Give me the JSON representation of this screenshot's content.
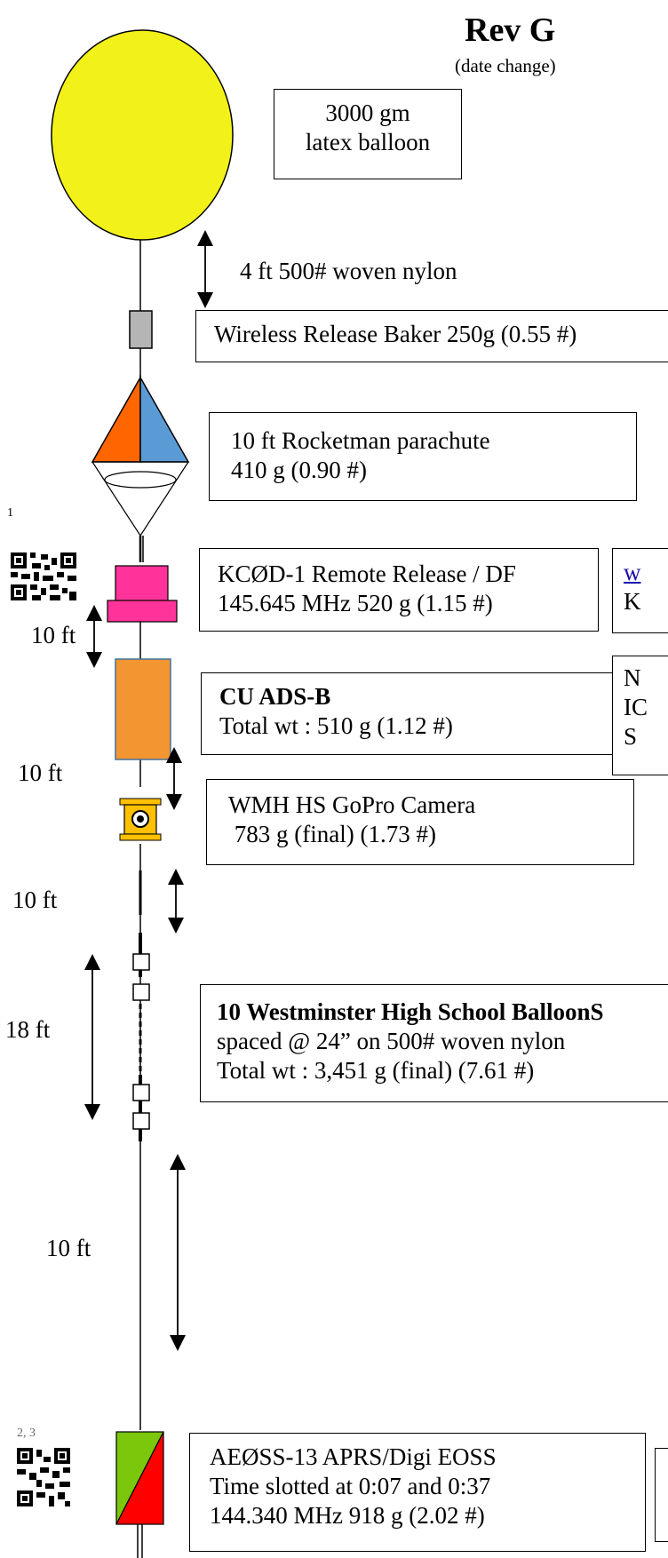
{
  "header": {
    "title": "Rev G",
    "subtitle": "(date change)"
  },
  "balloon": {
    "label_line1": "3000 gm",
    "label_line2": "latex balloon",
    "color": "#f2f21a"
  },
  "links": [
    {
      "label": "4 ft 500# woven nylon"
    },
    {
      "label": "10 ft"
    },
    {
      "label": "10 ft"
    },
    {
      "label": "10 ft"
    },
    {
      "label": "18 ft"
    },
    {
      "label": "10 ft"
    }
  ],
  "components": [
    {
      "line1": "Wireless Release Baker 250g (0.55 #)"
    },
    {
      "line1": "10 ft Rocketman parachute",
      "line2": "410 g  (0.90 #)"
    },
    {
      "line1": "KCØD-1 Remote Release  / DF",
      "line2": "145.645 MHz 520 g (1.15 #)"
    },
    {
      "line1": "CU ADS-B",
      "line2": "Total wt :  510 g (1.12 #)"
    },
    {
      "line1": "WMH HS GoPro Camera",
      "line2": " 783 g (final) (1.73 #)"
    },
    {
      "line1": "10 Westminster High School BalloonS",
      "line2": "spaced @ 24” on 500# woven nylon",
      "line3": "Total wt : 3,451 g (final) (7.61 #)"
    },
    {
      "line1": "AEØSS-13 APRS/Digi  EOSS",
      "line2": "Time slotted at 0:07 and 0:37",
      "line3": "144.340 MHz   918 g (2.02 #)"
    }
  ],
  "side_boxes": [
    {
      "line1": "w",
      "line2": "K"
    },
    {
      "line1": "N",
      "line2": "IC",
      "line3": "S"
    }
  ],
  "footnotes": {
    "qr1": "1",
    "qr2": "2, 3"
  },
  "colors": {
    "release": "#b5b5b5",
    "chute_left": "#ff6600",
    "chute_right": "#5b9bd5",
    "kc0d": "#ff3399",
    "adsb": "#f39530",
    "gopro": "#ffc000",
    "aprs_green": "#7ac70c",
    "aprs_red": "#ff0000"
  }
}
